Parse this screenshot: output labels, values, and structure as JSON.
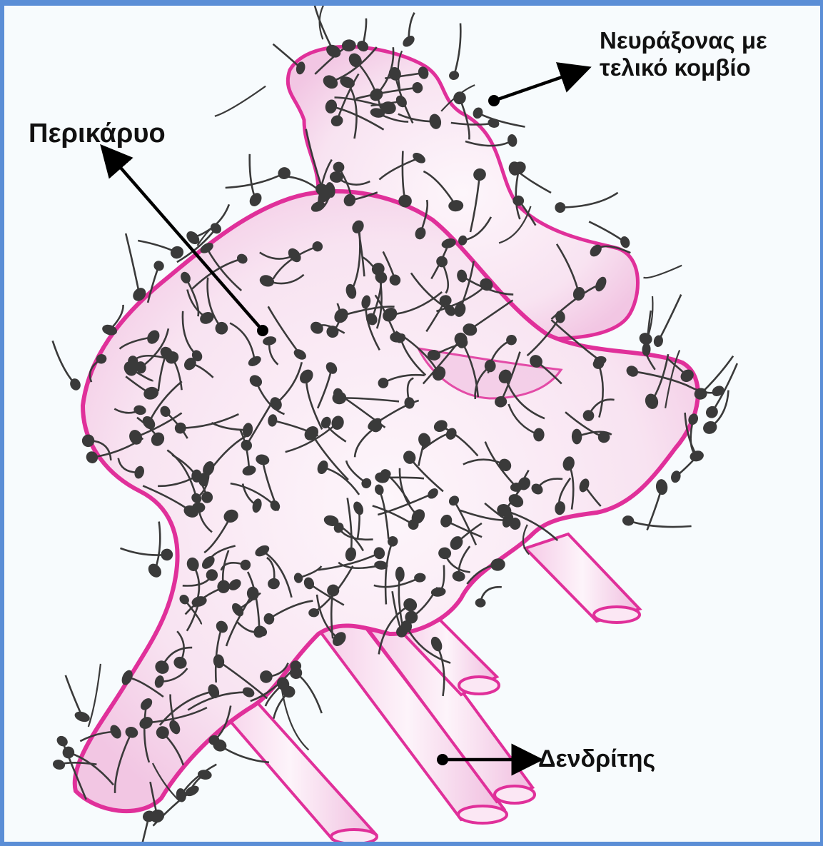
{
  "labels": {
    "perikaryon": "Περικάρυο",
    "axon_line1": "Νευράξονας με",
    "axon_line2": "τελικό κομβίο",
    "dendrite": "Δενδρίτης"
  },
  "colors": {
    "frame_border": "#5b8ed6",
    "background": "#f7fbfd",
    "membrane_outline": "#e0309a",
    "membrane_fill": "#f6d3ea",
    "boutons": "#3a3a3a",
    "arrows": "#000000"
  }
}
